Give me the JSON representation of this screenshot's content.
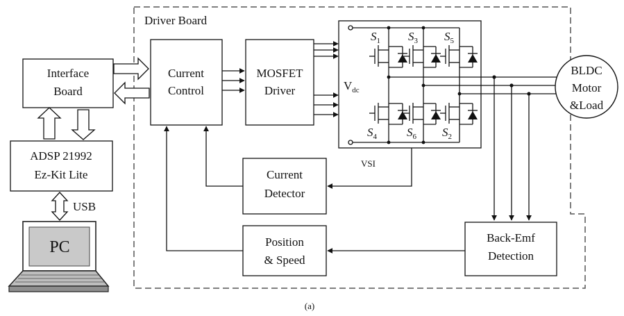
{
  "figure": {
    "caption": "(a)",
    "driver_board_label": "Driver Board",
    "usb_label": "USB",
    "vsi_label": "VSI",
    "vdc": {
      "main": "V",
      "sub": "dc"
    },
    "blocks": {
      "interface_board": [
        "Interface",
        "Board"
      ],
      "adsp": [
        "ADSP 21992",
        "Ez-Kit Lite"
      ],
      "pc": "PC",
      "current_control": [
        "Current",
        "Control"
      ],
      "mosfet_driver": [
        "MOSFET",
        "Driver"
      ],
      "current_detector": [
        "Current",
        "Detector"
      ],
      "position_speed": [
        "Position",
        "& Speed"
      ],
      "back_emf": [
        "Back-Emf",
        "Detection"
      ],
      "motor": [
        "BLDC",
        "Motor",
        "&Load"
      ]
    },
    "switches": [
      {
        "name": "S",
        "sub": "1"
      },
      {
        "name": "S",
        "sub": "3"
      },
      {
        "name": "S",
        "sub": "5"
      },
      {
        "name": "S",
        "sub": "4"
      },
      {
        "name": "S",
        "sub": "6"
      },
      {
        "name": "S",
        "sub": "2"
      }
    ]
  }
}
